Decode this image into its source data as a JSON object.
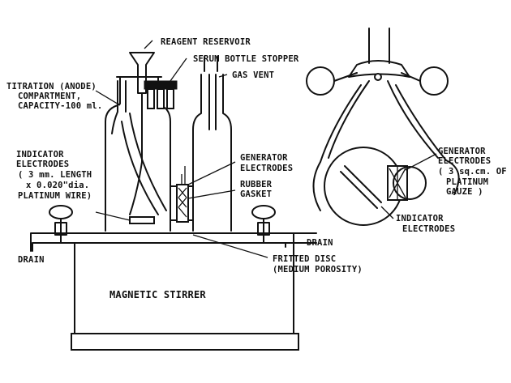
{
  "labels": {
    "reagent_reservoir": "REAGENT RESERVOIR",
    "serum_bottle_stopper": "SERUM BOTTLE STOPPER",
    "gas_vent": "GAS VENT",
    "titration_line1": "TITRATION (ANODE)",
    "titration_line2": "COMPARTMENT,",
    "titration_line3": "CAPACITY-100 ml.",
    "indicator_line1": "INDICATOR",
    "indicator_line2": "ELECTRODES",
    "indicator_line3": "( 3 mm. LENGTH",
    "indicator_line4": "x 0.020\"dia.",
    "indicator_line5": "PLATINUM WIRE)",
    "generator_line1": "GENERATOR",
    "generator_line2": "ELECTRODES",
    "rubber_line1": "RUBBER",
    "rubber_line2": "GASKET",
    "drain_left": "DRAIN",
    "drain_right": "DRAIN",
    "fritted_line1": "FRITTED DISC",
    "fritted_line2": "(MEDIUM POROSITY)",
    "magnetic_stirrer": "MAGNETIC STIRRER",
    "gen_right_line1": "GENERATOR",
    "gen_right_line2": "ELECTRODES",
    "gen_right_line3": "( 3 sq.cm. OF",
    "gen_right_line4": "PLATINUM",
    "gen_right_line5": "GAUZE )",
    "ind_right_line1": "INDICATOR",
    "ind_right_line2": "ELECTRODES"
  }
}
